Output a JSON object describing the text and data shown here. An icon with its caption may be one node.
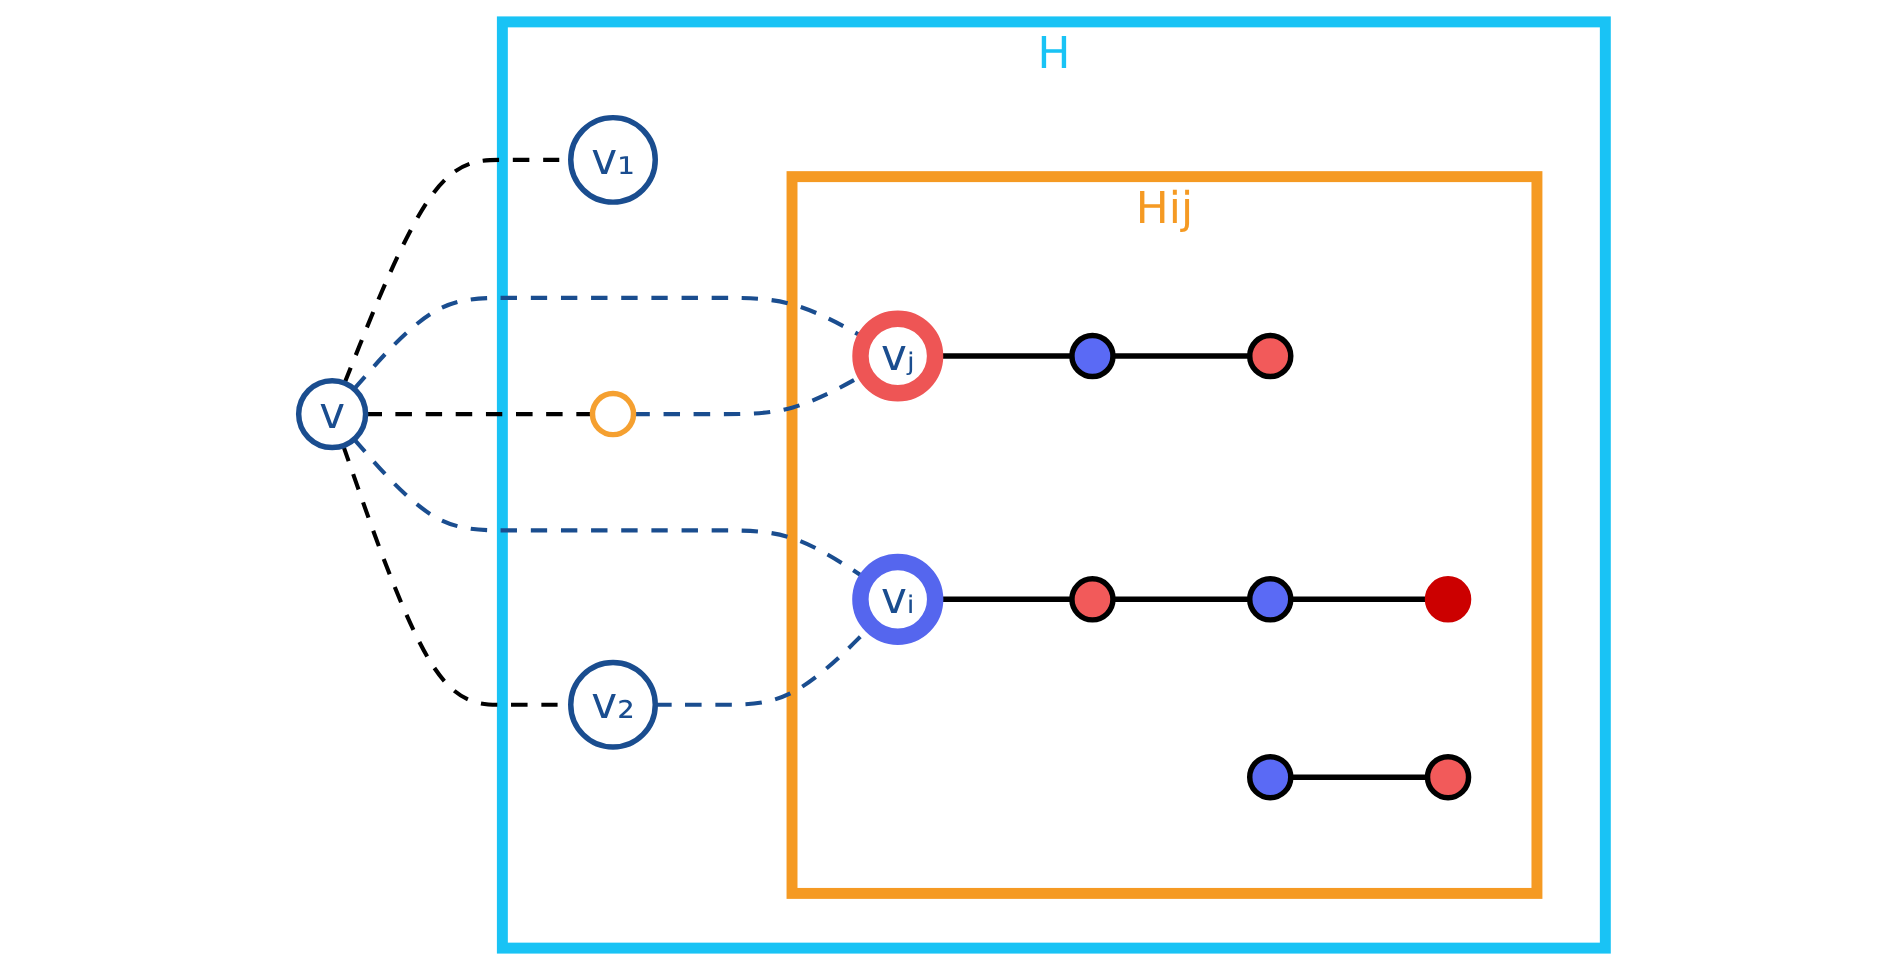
{
  "diagram": {
    "nodes": [
      {
        "text": [
          "H"
        ]
      },
      {
        "text": [
          "v"
        ]
      },
      {
        "text": [
          "v₁"
        ],
        "in": 0
      },
      {
        "text": [
          "v₂"
        ],
        "in": 0
      },
      {
        "text": [],
        "shape": "circle",
        "in": 0
      },
      {
        "text": [
          "Hij"
        ],
        "in": 0
      },
      {
        "text": [
          "vᵢ"
        ],
        "in": 5
      },
      {
        "text": [
          "vⱼ"
        ],
        "in": 5
      },
      {
        "text": [],
        "shape": "circle",
        "in": 5
      },
      {
        "text": [],
        "shape": "circle",
        "in": 5
      },
      {
        "text": [],
        "shape": "circle",
        "in": 5
      },
      {
        "text": [],
        "shape": "circle",
        "in": 5
      },
      {
        "text": [],
        "shape": "circle",
        "in": 5
      },
      {
        "text": [],
        "shape": "circle",
        "in": 5
      },
      {
        "text": [],
        "shape": "circle",
        "in": 5
      }
    ],
    "edges": [
      {
        "from": 1,
        "to": 2,
        "arrow": "none",
        "style": "dashed"
      },
      {
        "from": 1,
        "to": 3,
        "arrow": "none",
        "style": "dashed"
      },
      {
        "from": 1,
        "to": 4,
        "arrow": "none",
        "style": "dashed"
      },
      {
        "from": 1,
        "to": 6,
        "arrow": "none",
        "style": "dashed",
        "color": "#1a4d8f"
      },
      {
        "from": 1,
        "to": 7,
        "arrow": "none",
        "style": "dashed",
        "color": "#1a4d8f"
      },
      {
        "from": 3,
        "to": 6,
        "arrow": "none",
        "style": "dashed",
        "color": "#1a4d8f"
      },
      {
        "from": 4,
        "to": 7,
        "arrow": "none",
        "style": "dashed",
        "color": "#1a4d8f"
      },
      {
        "from": 7,
        "to": 8,
        "arrow": "none"
      },
      {
        "from": 8,
        "to": 9,
        "arrow": "none"
      },
      {
        "from": 6,
        "to": 10,
        "arrow": "none"
      },
      {
        "from": 10,
        "to": 11,
        "arrow": "none"
      },
      {
        "from": 11,
        "to": 12,
        "arrow": "none"
      },
      {
        "from": 13,
        "to": 14,
        "arrow": "none"
      }
    ]
  }
}
